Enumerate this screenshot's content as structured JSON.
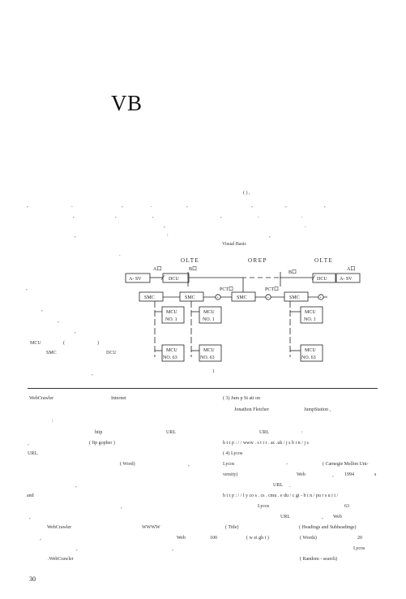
{
  "title": "VB",
  "upper": {
    "paren": "(                    ) ,",
    "colon": ":",
    "visual_basic": "Visual Basic",
    "mcu_left": "MCU",
    "paren_left": "(",
    "paren_right": ")",
    "smc_label": "SMC",
    "dcu_label": "DCU",
    "fig_number": "1"
  },
  "diagram": {
    "olte_left": "OLTE",
    "orep": "OREP",
    "olte_right": "OLTE",
    "a_left": "A口",
    "b_left": "B口",
    "b_right": "B口",
    "a_right": "A口",
    "asv_left": "A- SV",
    "dcu_left": "DCU",
    "dcu_right": "DCU",
    "asv_right": "A- SV",
    "pct_left": "PCT口",
    "pct_right": "PCT口",
    "smc": "SMC",
    "mcu": "MCU",
    "no1": "NO. 1",
    "no63": "NO. 63"
  },
  "left_col": {
    "webcrawler": "WebCrawler",
    "internet": "Internet",
    "colon": ":",
    "http": "http",
    "url": "URL",
    "paren_ftp": "(    ftp  gopher   )",
    "url2": "URL.",
    "word": "( Word)",
    "and": "and",
    "webcrawler2": "WebCrawler",
    "wwww": "WWWW",
    "web": "Web",
    "n100": "100",
    "webcrawler3": ".WebCrawler"
  },
  "right_col": {
    "jumpstation_head": "( 3)  Jum p St ati on",
    "fletcher": "Jonathon  Fletcher",
    "jumpstation": "JumpStation ,",
    "url_a": "URL",
    "colon": ":",
    "url_jump": "h t t p : / / www . s t i r  . ac  .uk / j s b i n / j s",
    "lycos_head": "( 4)  Lycos",
    "lycos": "Lycos",
    "dash": "-",
    "cmu": "( Carnegie Mellon  Uni-",
    "versity": "versity)",
    "web": "Web",
    "year": "1994",
    "s": "s",
    "url_b": "URL",
    "url_lycos": "h t t p : / / l y co s  . cs  . cmu . e du / c gi  - b i n / pu r s u i t /",
    "lycos2": "Lycos",
    "n63": "63",
    "url_c": "URL",
    "web2": "Web",
    "title": "( Title)",
    "headings": "( Headings and Subheadings)",
    "weight": "( w ei gh t )",
    "words": "( Words)",
    "n20": "20",
    "lycos3": "Lycos",
    "random": "( Random - search)"
  },
  "page_number": "30"
}
